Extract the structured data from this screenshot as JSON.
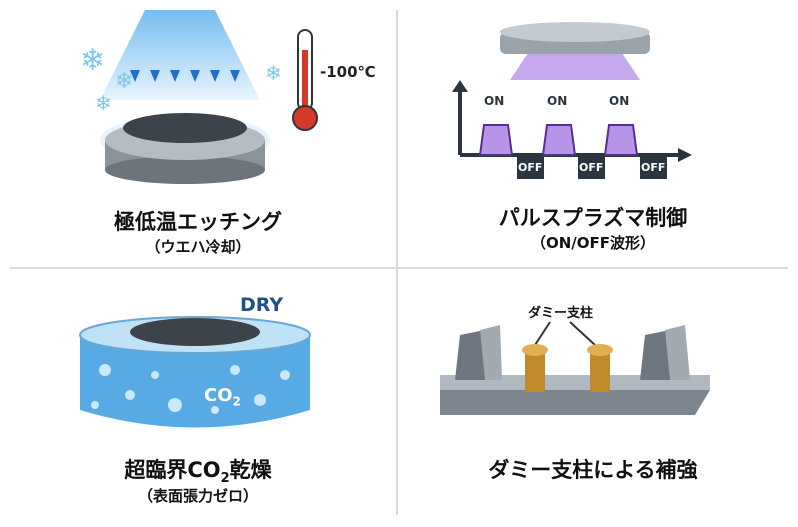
{
  "panels": [
    {
      "title": "極低温エッチング",
      "subtitle": "（ウエハ冷却）",
      "temperature_label": "-100℃"
    },
    {
      "title": "パルスプラズマ制御",
      "subtitle": "（ON/OFF波形）",
      "on_labels": [
        "ON",
        "ON",
        "ON"
      ],
      "off_labels": [
        "OFF",
        "OFF",
        "OFF"
      ]
    },
    {
      "title_pre": "超臨界CO",
      "title_sub": "2",
      "title_post": "乾燥",
      "subtitle": "（表面張力ゼロ）",
      "badge": "DRY",
      "co2_pre": "CO",
      "co2_sub": "2"
    },
    {
      "title": "ダミー支柱による補強",
      "callout": "ダミー支柱"
    }
  ],
  "colors": {
    "ice": "#7ec8ef",
    "plasma": "#8a4fd0",
    "water": "#3b9be0",
    "pillar": "#c08a2a",
    "dark": "#2a3540"
  }
}
